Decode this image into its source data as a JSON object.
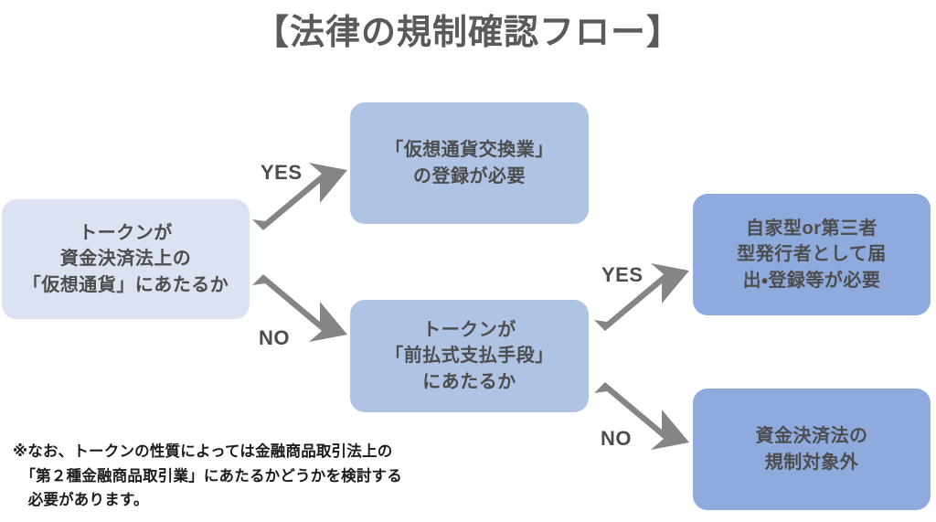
{
  "page": {
    "title": "【法律の規制確認フロー】",
    "background_color": "#ffffff",
    "title_color": "#5a5a5a"
  },
  "colors": {
    "node_light": "#dbe2f1",
    "node_medium": "#afc3e5",
    "node_strong": "#8fabdd",
    "arrow": "#858585",
    "node_text": "#4d4d4d",
    "footnote_text": "#1c1c1c"
  },
  "flow": {
    "nodes": [
      {
        "id": "q1",
        "kind": "decision",
        "text": "トークンが\n資金決済法上の\n「仮想通貨」にあたるか",
        "color": "#dbe2f1"
      },
      {
        "id": "exchange",
        "kind": "outcome",
        "text": "「仮想通貨交換業」\nの登録が必要",
        "color": "#afc3e5"
      },
      {
        "id": "q2",
        "kind": "decision",
        "text": "トークンが\n「前払式支払手段」\nにあたるか",
        "color": "#afc3e5"
      },
      {
        "id": "prepaid",
        "kind": "outcome",
        "text": "自家型or第三者\n型発行者として届\n出・登録等が必要",
        "color": "#8fabdd"
      },
      {
        "id": "outside",
        "kind": "outcome",
        "text": "資金決済法の\n規制対象外",
        "color": "#8fabdd"
      }
    ],
    "edges": [
      {
        "id": "yes1",
        "label": "YES",
        "from": "q1",
        "to": "exchange",
        "direction": "up-right"
      },
      {
        "id": "no1",
        "label": "NO",
        "from": "q1",
        "to": "q2",
        "direction": "down-right"
      },
      {
        "id": "yes2",
        "label": "YES",
        "from": "q2",
        "to": "prepaid",
        "direction": "up-right"
      },
      {
        "id": "no2",
        "label": "NO",
        "from": "q2",
        "to": "outside",
        "direction": "down-right"
      }
    ]
  },
  "footnote": {
    "text": "※なお、トークンの性質によっては金融商品取引法上の\n　「第２種金融商品取引業」にあたるかどうかを検討する\n　必要があります。"
  }
}
